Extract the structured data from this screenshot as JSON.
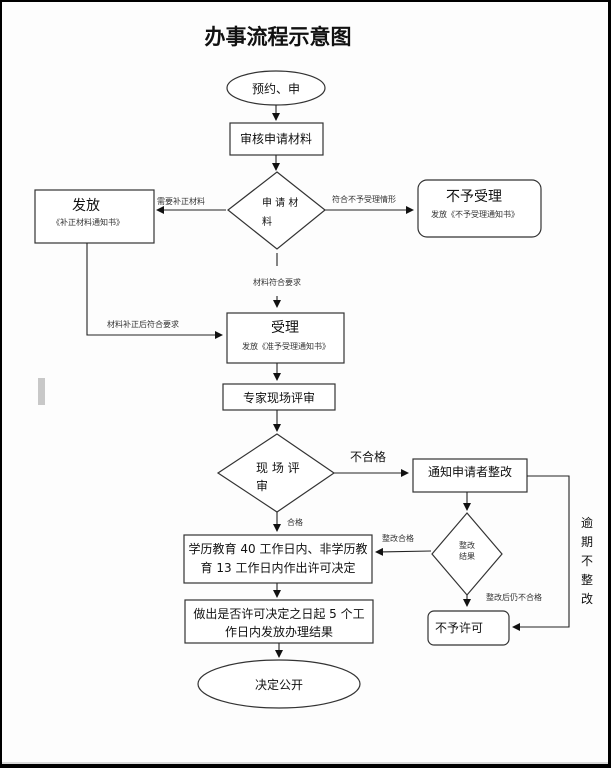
{
  "title": "办事流程示意图",
  "nodes": {
    "start": "预约、申",
    "review_materials": "审核申请材料",
    "materials_decision": [
      "申 请 材",
      "料"
    ],
    "issue_correction": {
      "title": "发放",
      "subtitle": "《补正材料通知书》"
    },
    "reject_acceptance": {
      "title": "不予受理",
      "subtitle": "发放《不予受理通知书》"
    },
    "accept": {
      "title": "受理",
      "subtitle": "发放《准予受理通知书》"
    },
    "expert_review": "专家现场评审",
    "site_decision": [
      "现 场 评",
      "审"
    ],
    "notify_rectify": "通知申请者整改",
    "rectify_decision": [
      "整改",
      "结果"
    ],
    "decision_deadline": [
      "学历教育 40 工作日内、非学历教",
      "育 13 工作日内作出许可决定"
    ],
    "issue_result": [
      "做出是否许可决定之日起 5 个工",
      "作日内发放办理结果"
    ],
    "deny_permit": "不予许可",
    "end": "决定公开"
  },
  "edge_labels": {
    "need_correction": "需要补正材料",
    "meets_rejection": "符合不予受理情形",
    "materials_ok": "材料符合要求",
    "corrected_ok": "材料补正后符合要求",
    "fail": "不合格",
    "pass": "合格",
    "rectify_pass": "整改合格",
    "rectify_fail": "整改后仍不合格",
    "overdue": [
      "逾",
      "期",
      "不",
      "整",
      "改"
    ]
  }
}
